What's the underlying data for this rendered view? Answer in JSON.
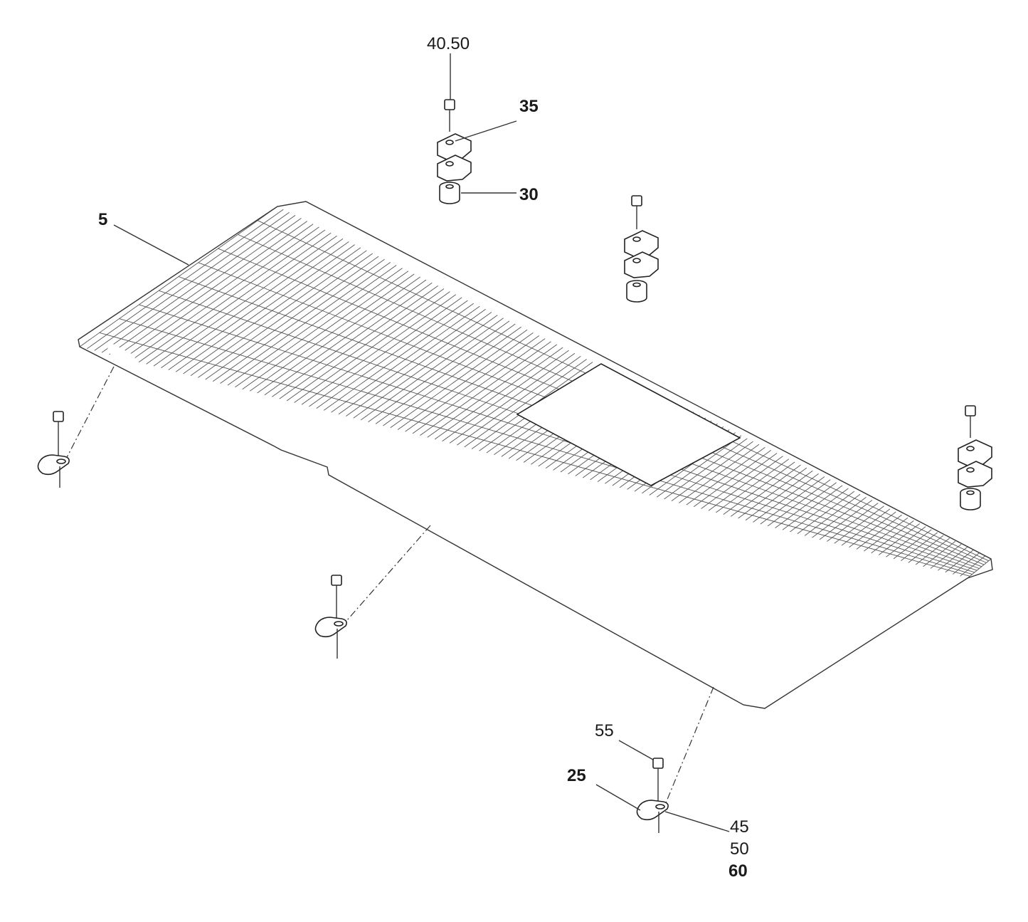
{
  "callouts": [
    {
      "id": "c-40-50",
      "text": "40.50",
      "bold": false
    },
    {
      "id": "c-35",
      "text": "35",
      "bold": true
    },
    {
      "id": "c-30",
      "text": "30",
      "bold": true
    },
    {
      "id": "c-5",
      "text": "5",
      "bold": true
    },
    {
      "id": "c-55",
      "text": "55",
      "bold": false
    },
    {
      "id": "c-25",
      "text": "25",
      "bold": true
    },
    {
      "id": "c-45",
      "text": "45",
      "bold": false
    },
    {
      "id": "c-50",
      "text": "50",
      "bold": false
    },
    {
      "id": "c-60",
      "text": "60",
      "bold": true
    }
  ],
  "colors": {
    "line": "#333333",
    "background": "#ffffff"
  },
  "icons": [
    "grating-panel",
    "bolt-icon",
    "clamp-icon",
    "spacer-icon",
    "p-clip-icon"
  ]
}
